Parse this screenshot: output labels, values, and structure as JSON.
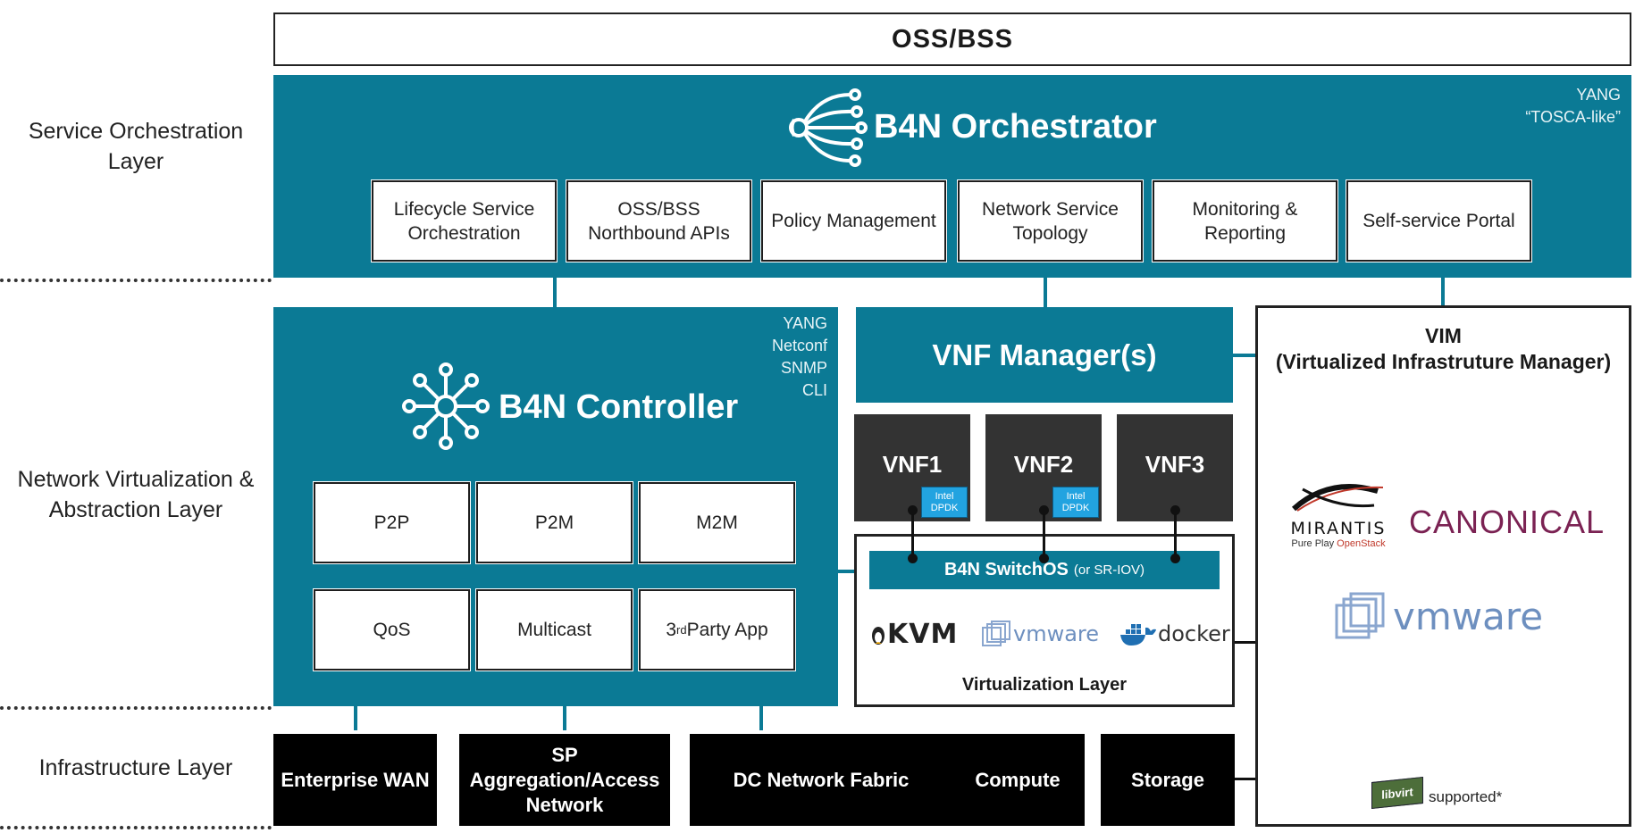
{
  "layers": {
    "service_orchestration": "Service Orchestration Layer",
    "network_virtualization": "Network Virtualization & Abstraction Layer",
    "infrastructure": "Infrastructure Layer"
  },
  "oss_bss": "OSS/BSS",
  "orchestrator": {
    "title": "B4N Orchestrator",
    "protocols": [
      "YANG",
      "“TOSCA-like”"
    ],
    "modules": [
      "Lifecycle Service Orchestration",
      "OSS/BSS Northbound APIs",
      "Policy Management",
      "Network Service Topology",
      "Monitoring & Reporting",
      "Self-service Portal"
    ]
  },
  "controller": {
    "title": "B4N Controller",
    "protocols": [
      "YANG",
      "Netconf",
      "SNMP",
      "CLI"
    ],
    "apps": [
      "P2P",
      "P2M",
      "M2M",
      "QoS",
      "Multicast"
    ],
    "third_party": {
      "prefix": "3",
      "sup": "rd",
      "suffix": " Party App"
    }
  },
  "vnf_manager": "VNF Manager(s)",
  "vnfs": [
    "VNF1",
    "VNF2",
    "VNF3"
  ],
  "dpdk_badge": [
    "Intel",
    "DPDK"
  ],
  "virtualization": {
    "switch_title": "B4N SwitchOS",
    "switch_note": "(or SR-IOV)",
    "hypervisors": [
      "KVM",
      "vmware",
      "docker"
    ],
    "layer_label": "Virtualization Layer"
  },
  "vim": {
    "title": "VIM",
    "subtitle": "(Virtualized Infrastruture Manager)",
    "vendors": {
      "mirantis": "MIRANTIS",
      "mirantis_tag_prefix": "Pure Play ",
      "mirantis_tag_brand": "OpenStack",
      "canonical": "CANONICAL",
      "vmware": "vmware",
      "libvirt": "libvirt",
      "supported": "supported*"
    }
  },
  "infrastructure": [
    "Enterprise WAN",
    "SP Aggregation/Access Network",
    "DC Network Fabric",
    "Compute",
    "Storage"
  ],
  "colors": {
    "teal": "#0b7a95",
    "canonical": "#7b2253",
    "vmware": "#6d8fbf",
    "dpdk": "#22a3e0"
  }
}
